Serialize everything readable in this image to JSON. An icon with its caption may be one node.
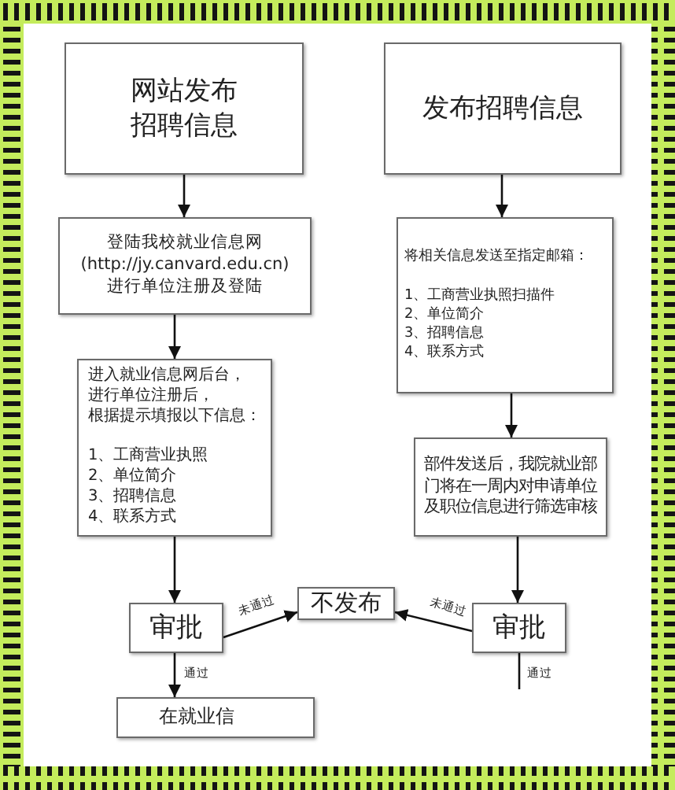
{
  "diagram": {
    "nodes": [
      {
        "text": [
          "网站发布招聘信息"
        ]
      },
      {
        "text": [
          "发布招聘信息"
        ]
      },
      {
        "text": [
          "登陆我校就业信息网 (http://jy.canvard.edu.cn) 进行单位注册及登陆"
        ]
      },
      {
        "text": [
          "将相关信息发送至指定邮箱：",
          "1、工商营业执照扫描件",
          "2、单位简介",
          "3、招聘信息",
          "4、联系方式"
        ]
      },
      {
        "text": [
          "进入就业信息网后台，进行单位注册后，根据提示填报以下信息：",
          "1、工商营业执照",
          "2、单位简介",
          "3、招聘信息",
          "4、联系方式"
        ]
      },
      {
        "text": [
          "部件发送后，我院就业部门将在一周内对申请单位及职位信息进行筛选审核"
        ]
      },
      {
        "text": [
          "审批"
        ]
      },
      {
        "text": [
          "不发布"
        ]
      },
      {
        "text": [
          "审批"
        ]
      },
      {
        "text": [
          "在就业信"
        ]
      }
    ],
    "edges": [
      {
        "from": 0,
        "to": 2,
        "arrow": "to"
      },
      {
        "from": 2,
        "to": 4,
        "arrow": "to"
      },
      {
        "from": 4,
        "to": 6,
        "arrow": "to"
      },
      {
        "from": 6,
        "to": 7,
        "arrow": "to",
        "label": "未通过"
      },
      {
        "from": 6,
        "to": 9,
        "arrow": "to",
        "label": "通过"
      },
      {
        "from": 1,
        "to": 3,
        "arrow": "to"
      },
      {
        "from": 3,
        "to": 5,
        "arrow": "to"
      },
      {
        "from": 5,
        "to": 8,
        "arrow": "to"
      },
      {
        "from": 8,
        "to": 7,
        "arrow": "to",
        "label": "未通过"
      },
      {
        "from": 8,
        "to": null,
        "arrow": "none",
        "label": "通过"
      }
    ]
  }
}
